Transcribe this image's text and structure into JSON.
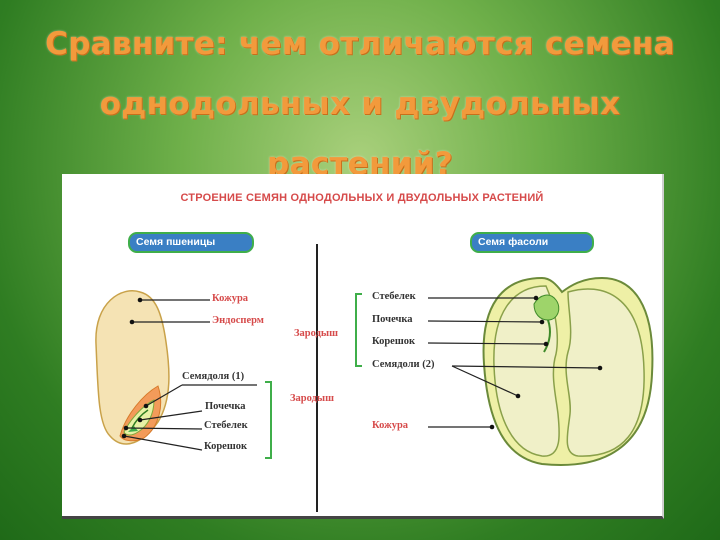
{
  "slide": {
    "title_line1": "Сравните: чем отличаются семена",
    "title_line2": "однодольных и двудольных",
    "title_line3": "растений?"
  },
  "figure": {
    "title": "СТРОЕНИЕ СЕМЯН ОДНОДОЛЬНЫХ И ДВУДОЛЬНЫХ РАСТЕНИЙ",
    "wheat": {
      "badge": "Семя пшеницы",
      "kozhura": "Кожура",
      "endosperm": "Эндосперм",
      "zarodysh": "Зародыш",
      "semyadolya": "Семядоля (1)",
      "pochechka": "Почечка",
      "stebelek": "Стебелек",
      "koreshok": "Корешок"
    },
    "bean": {
      "badge": "Семя фасоли",
      "zarodysh": "Зародыш",
      "stebelek": "Стебелек",
      "pochechka": "Почечка",
      "koreshok": "Корешок",
      "semyadoli": "Семядоли (2)",
      "kozhura": "Кожура"
    }
  },
  "colors": {
    "title": "#f29a3c",
    "label_red": "#d64a4a",
    "badge_fill": "#3a7fc4",
    "badge_border": "#3fae4a",
    "bracket": "#3fae4a",
    "endosperm": "#f5e3b4",
    "seed_outline": "#7a8f3a"
  }
}
